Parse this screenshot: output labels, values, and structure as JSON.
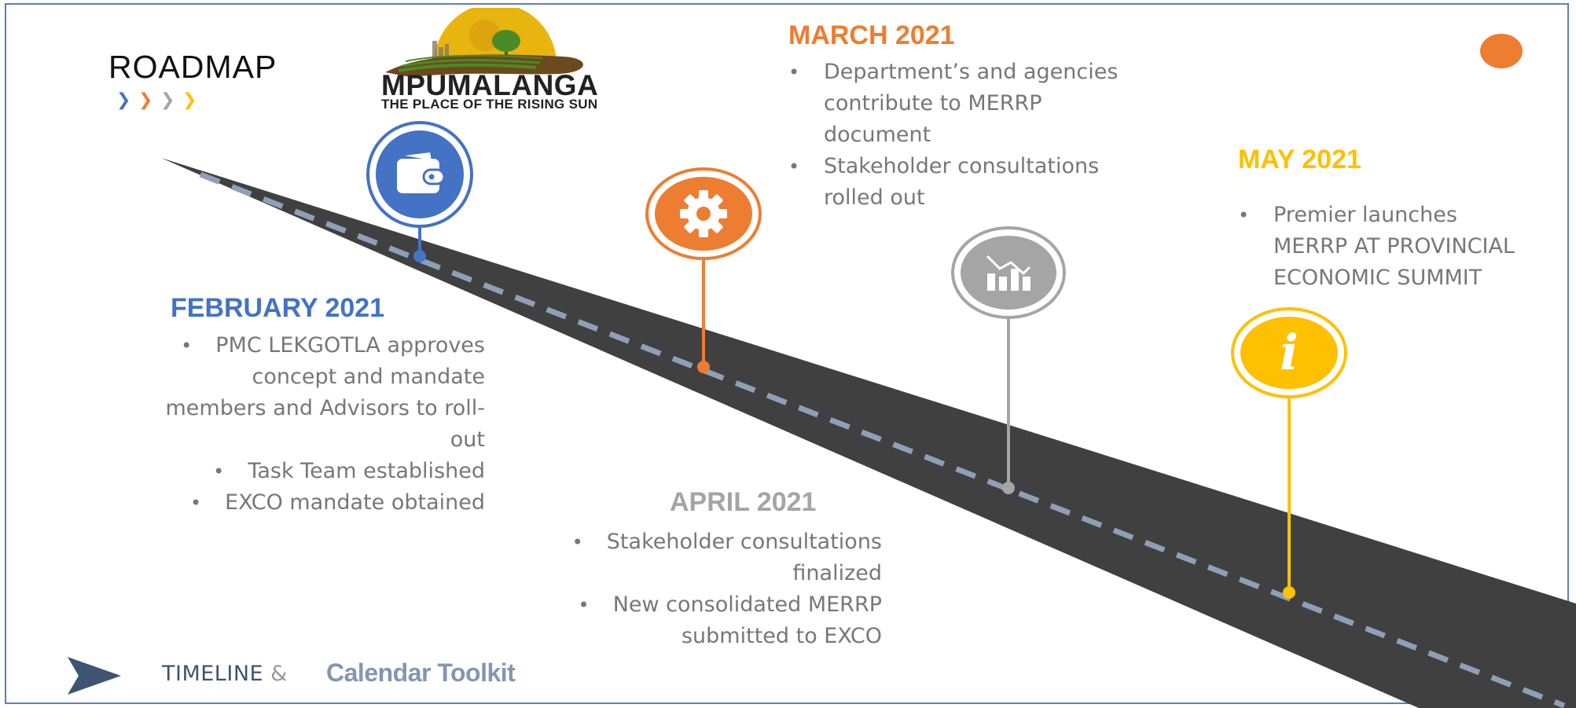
{
  "slide": {
    "title": "ROADMAP",
    "logo": {
      "name": "MPUMALANGA",
      "tagline": "THE PLACE OF THE RISING SUN"
    },
    "chevron_colors": [
      "#4472c4",
      "#ed7d31",
      "#a5a5a5",
      "#ffc000"
    ]
  },
  "milestones": [
    {
      "month": "FEBRUARY 2021",
      "color": "#4472c4",
      "icon": "wallet-icon",
      "items": [
        "PMC LEKGOTLA approves concept and mandate members and Advisors to roll-out",
        "Task Team established",
        "EXCO mandate obtained"
      ]
    },
    {
      "month": "MARCH 2021",
      "color": "#ed7d31",
      "icon": "gear-icon",
      "items": [
        "Department’s and agencies contribute to MERRP document",
        "Stakeholder consultations rolled out"
      ]
    },
    {
      "month": "APRIL 2021",
      "color": "#a5a5a5",
      "icon": "bar-chart-icon",
      "items": [
        "Stakeholder consultations finalized",
        "New consolidated MERRP submitted to EXCO"
      ]
    },
    {
      "month": "MAY 2021",
      "color": "#ffc000",
      "icon": "info-icon",
      "items": [
        "Premier launches MERRP AT PROVINCIAL ECONOMIC SUMMIT"
      ]
    }
  ],
  "footer": {
    "timeline": "TIMELINE",
    "ampersand": "&",
    "toolkit": "Calendar Toolkit"
  }
}
